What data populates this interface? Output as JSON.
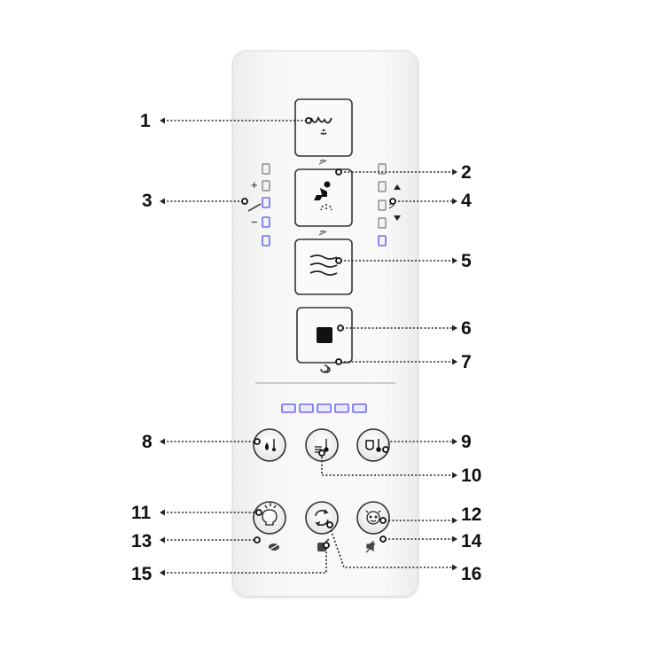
{
  "callouts": [
    {
      "id": "1",
      "label": "1"
    },
    {
      "id": "2",
      "label": "2"
    },
    {
      "id": "3",
      "label": "3"
    },
    {
      "id": "4",
      "label": "4"
    },
    {
      "id": "5",
      "label": "5"
    },
    {
      "id": "6",
      "label": "6"
    },
    {
      "id": "7",
      "label": "7"
    },
    {
      "id": "8",
      "label": "8"
    },
    {
      "id": "9",
      "label": "9"
    },
    {
      "id": "10",
      "label": "10"
    },
    {
      "id": "11",
      "label": "11"
    },
    {
      "id": "12",
      "label": "12"
    },
    {
      "id": "13",
      "label": "13"
    },
    {
      "id": "14",
      "label": "14"
    },
    {
      "id": "15",
      "label": "15"
    },
    {
      "id": "16",
      "label": "16"
    }
  ],
  "panel_labels": {
    "plus": "+",
    "minus": "−"
  },
  "colors": {
    "led_on": "#6f6cf0",
    "led_off": "#8a8a8a",
    "callout_line": "#222222"
  },
  "indicators": {
    "left_column_lit": 3,
    "right_column_lit": 1,
    "bottom_row_lit": 5
  },
  "icons": [
    "rear-wash-icon",
    "bidet-wash-icon",
    "dryer-icon",
    "stop-icon",
    "deodorizer-icon",
    "water-temperature-icon",
    "dryer-temperature-icon",
    "seat-temperature-icon",
    "night-light-icon",
    "auto-clean-icon",
    "child-mode-icon"
  ]
}
